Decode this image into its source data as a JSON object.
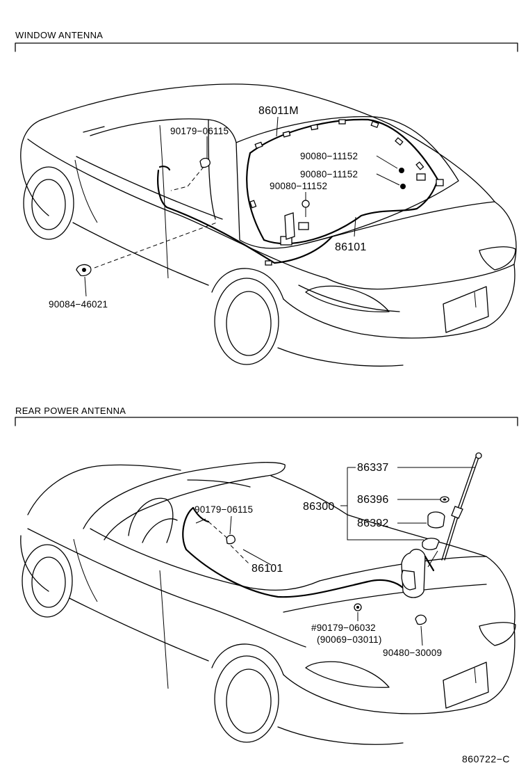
{
  "sections": {
    "window_title": "WINDOW ANTENNA",
    "rear_title": "REAR POWER ANTENNA"
  },
  "window_parts": {
    "p86011M": "86011M",
    "p90179_06115": "90179−06115",
    "p90080_a": "90080−11152",
    "p90080_b": "90080−11152",
    "p90080_c": "90080−11152",
    "p86101": "86101",
    "p90084": "90084−46021"
  },
  "rear_parts": {
    "p86337": "86337",
    "p86396": "86396",
    "p86392": "86392",
    "p86300": "86300",
    "p90179_06115": "90179−06115",
    "p86101": "86101",
    "p90179_06032": "#90179−06032",
    "p90069": "(90069−03011)",
    "p90480": "90480−30009"
  },
  "figure_ref": "860722−C"
}
